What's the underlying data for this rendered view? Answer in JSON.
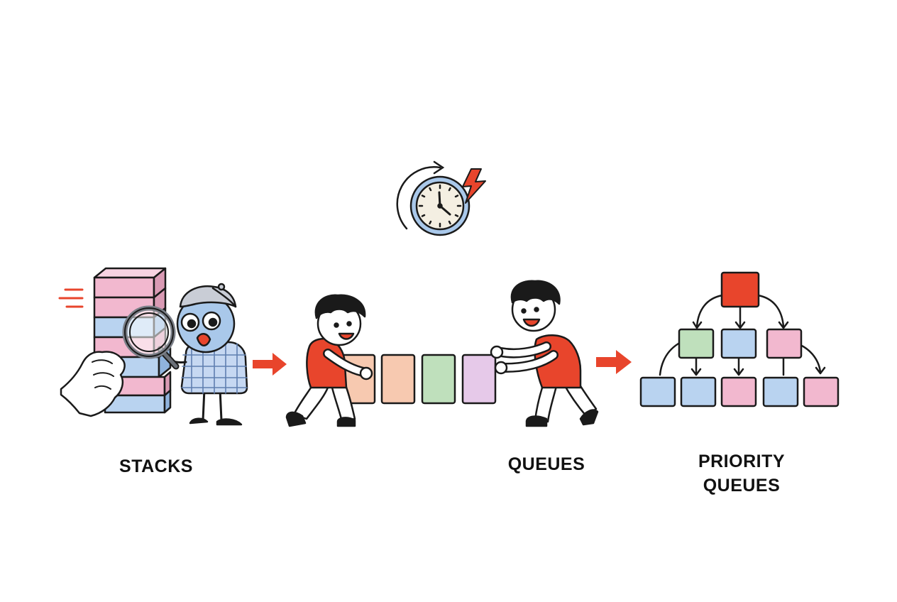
{
  "labels": {
    "stacks": "STACKS",
    "queues": "QUEUES",
    "priority_line1": "PRIORITY",
    "priority_line2": "QUEUES"
  },
  "icons": [
    "clock-icon",
    "lightning-icon",
    "refresh-arrow-icon",
    "stack-blocks",
    "hand-icon",
    "magnifying-glass-icon",
    "detective-character",
    "arrow-right-icon",
    "person-pushing-left",
    "person-pushing-right",
    "queue-cards",
    "priority-tree"
  ],
  "colors": {
    "outline": "#1a1a1a",
    "accent_red": "#e8452c",
    "block_blue": "#b9d3f0",
    "block_pink": "#f2b8cf",
    "block_green": "#bfe0bc",
    "block_peach": "#f7c9b0",
    "block_lilac": "#e6c9e9",
    "clock_face": "#f4efe2",
    "clock_ring": "#a9c8ea"
  }
}
